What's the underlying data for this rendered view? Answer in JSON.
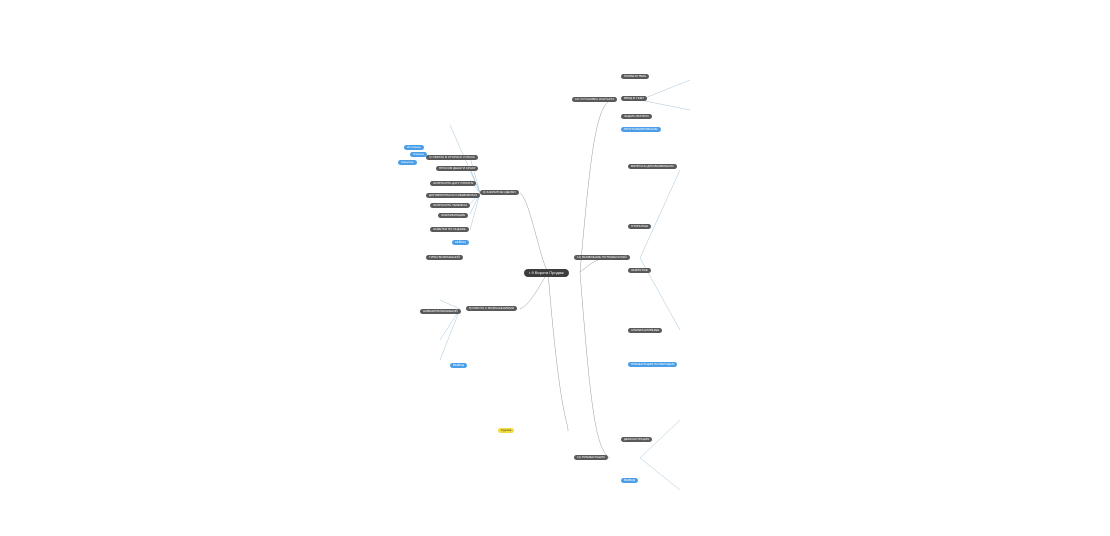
{
  "colors": {
    "root": "#3d3d3d",
    "branch": "#595959",
    "blue": "#4a9ee8",
    "light": "#cfe6f7",
    "yellow": "#f2dc3c",
    "line": "#8ab3cf",
    "line_dark": "#9a9a9a"
  },
  "root": {
    "label": "• 9 Ворота Продаж"
  },
  "branches": {
    "b1": "9) ЗАКРЫТИЕ СДЕЛКИ",
    "b2": "8) РАБОТА С ВОЗРАЖЕНИЯМИ",
    "b3": "10) УСТАНОВКА КОНТАКТА",
    "b4": "11) ВЫЯВЛЕНИЕ ПОТРЕБНОСТЕЙ",
    "b5": "12) ПРЕЗЕНТАЦИЯ",
    "b6": "Сделка"
  },
  "left_labels": {
    "l1": "3) ОБРАТЬ В СТОРОНУ СТРАХА",
    "l2": "ПРОСИМ ДЕНЬГИ СРАЗУ",
    "l3": "ЗАПРОСИТЬ ДАТУ ОПЛАТЫ",
    "l4": "ДОГОВОРИТЬСЯ О РЕКВИЗИТАХ",
    "l5": "ЗАПРОСИТЬ ТЕЛЕФОН",
    "l6": "ЗАКРЫВАЮЩИЕ",
    "l7": "ЗАМЕТКИ ПО ОЦЕНКЕ",
    "l8": "КЕЙСЫ",
    "l9": "ТИПЫ ВОЗРАЖЕНИЙ",
    "l10": "НАВЫКИ ВОЗРАЖЕНИЙ",
    "l11": "Истинные",
    "l12": "Ложные",
    "l13": "Скрытые",
    "l14": "ВЫВОД"
  },
  "right_labels": {
    "r1": "ПРИВЕТСТВИЕ",
    "r2": "ВВОД В ТЕМУ",
    "r3": "ЗАДАТЬ ВОПРОС",
    "r4": "ПРОГРАММИРОВАНИЕ",
    "r5": "ВОПРОСЫ ДЛЯ ВЫЯВЛЕНИЯ",
    "r6": "ОТКРЫТЫЕ",
    "r7": "ЗАКРЫТЫЕ",
    "r8": "АЛЬТЕРНАТИВНЫЕ",
    "r9": "ПРЕЗЕНТАЦИЯ ПО ВЫГОДАМ",
    "r10": "ДЕМОНСТРАЦИЯ",
    "r11": "ВЫВОД"
  }
}
